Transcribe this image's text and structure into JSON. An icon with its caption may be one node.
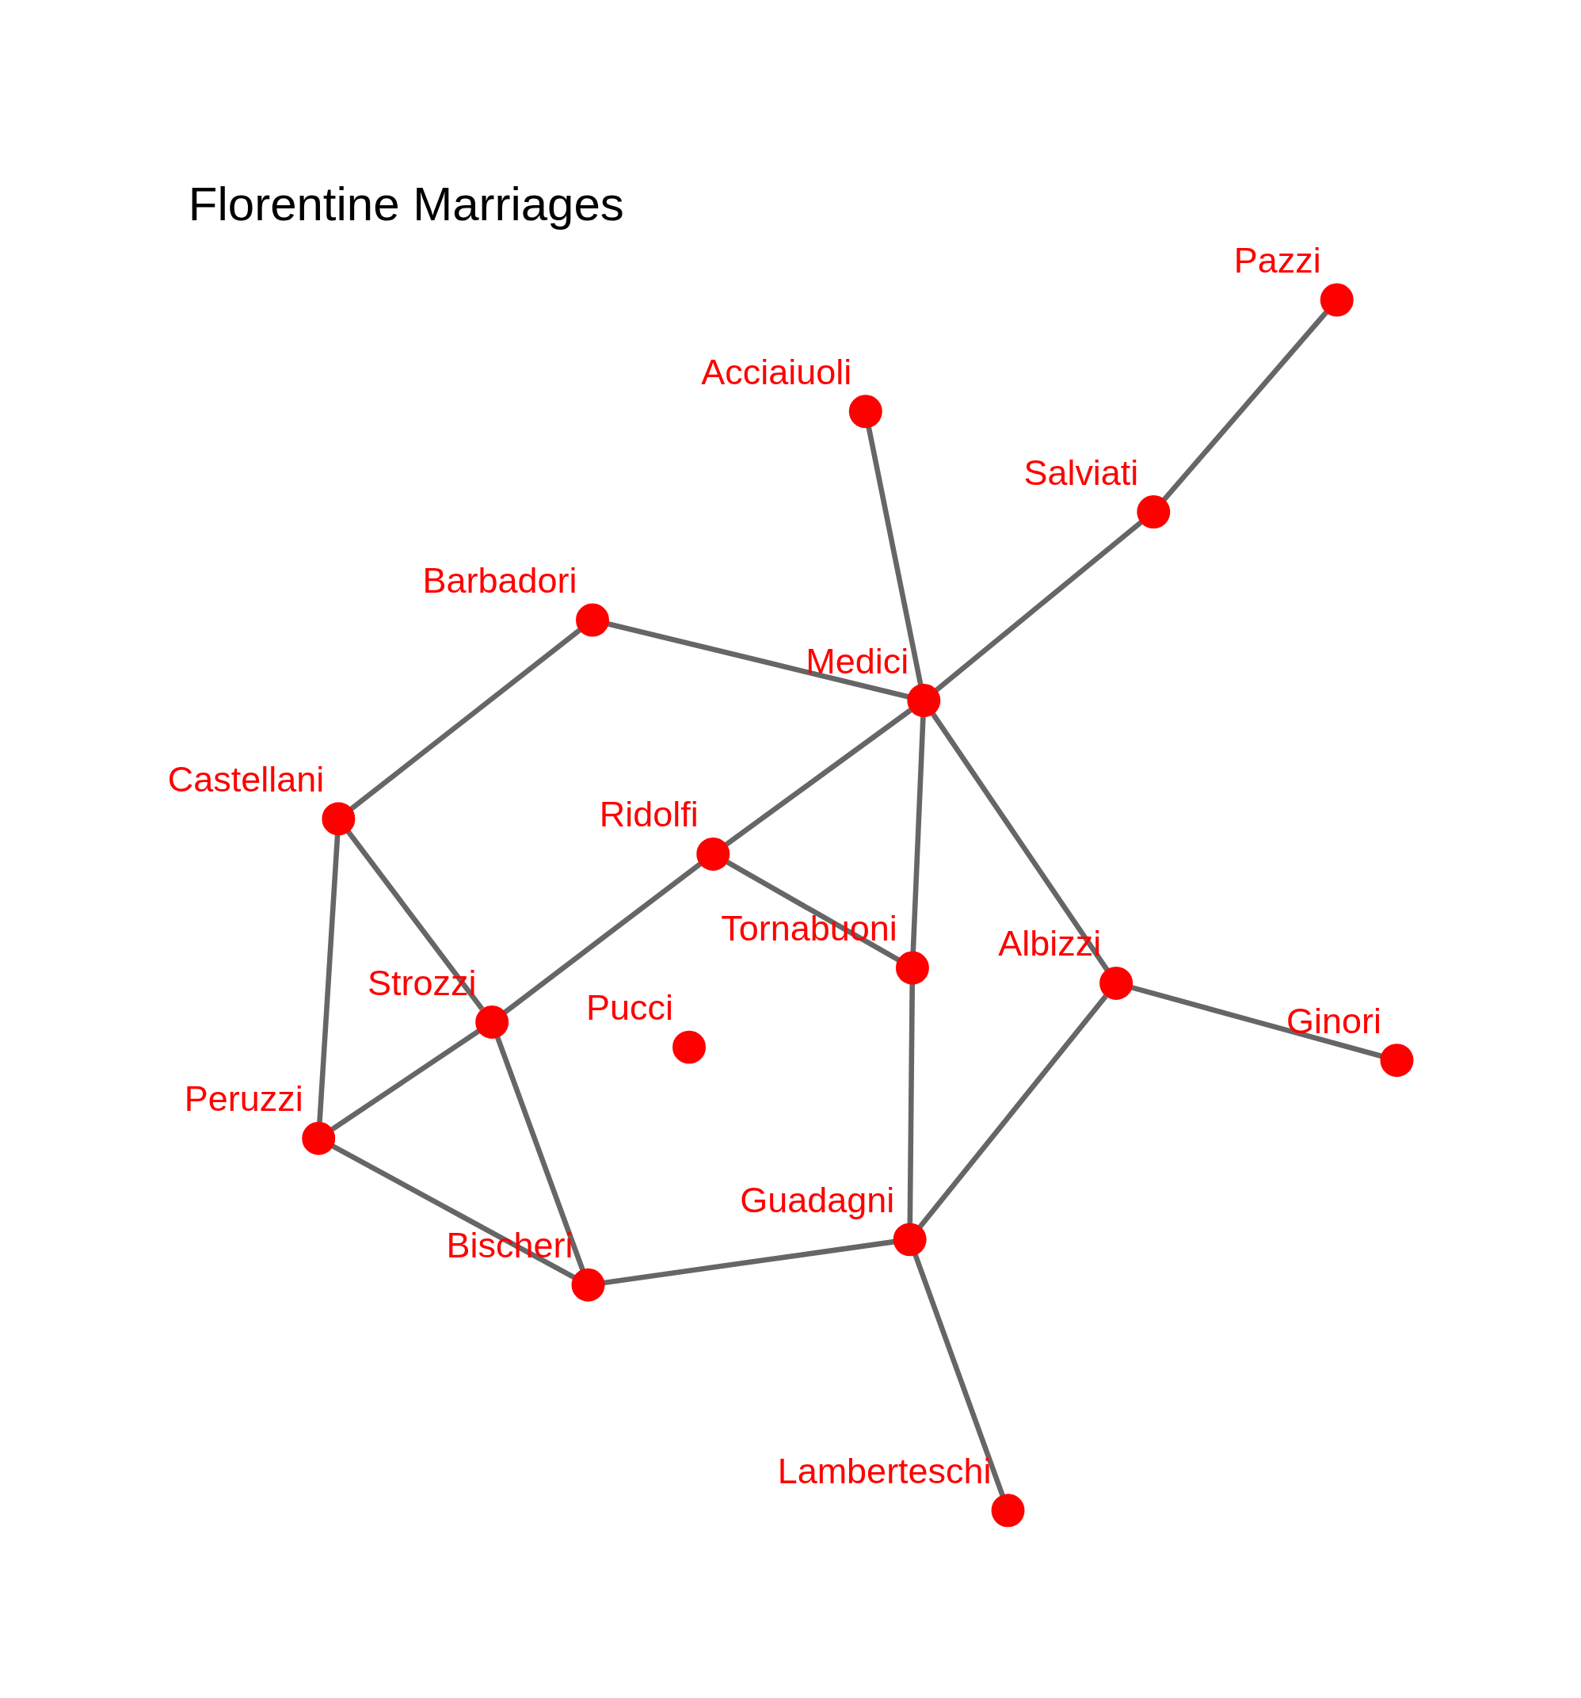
{
  "diagram": {
    "title": "Florentine Marriages",
    "nodes": [
      {
        "text": [],
        "shape": "circle",
        "beside": [
          "Lamberteschi"
        ]
      },
      {
        "text": [],
        "shape": "circle",
        "beside": [
          "Ginori"
        ]
      },
      {
        "text": [],
        "shape": "circle",
        "beside": [
          "Guadagni"
        ]
      },
      {
        "text": [],
        "shape": "circle",
        "beside": [
          "Albizzi"
        ]
      },
      {
        "text": [],
        "shape": "circle",
        "beside": [
          "Bischeri"
        ]
      },
      {
        "text": [],
        "shape": "circle",
        "beside": [
          "Tornabuoni"
        ]
      },
      {
        "text": [],
        "shape": "circle",
        "beside": [
          "Peruzzi"
        ]
      },
      {
        "text": [],
        "shape": "circle",
        "beside": [
          "Strozzi"
        ]
      },
      {
        "text": [],
        "shape": "circle",
        "beside": [
          "Ridolfi"
        ]
      },
      {
        "text": [],
        "shape": "circle",
        "beside": [
          "Medici"
        ]
      },
      {
        "text": [],
        "shape": "circle",
        "beside": [
          "Salviati"
        ]
      },
      {
        "text": [],
        "shape": "circle",
        "beside": [
          "Pazzi"
        ]
      },
      {
        "text": [],
        "shape": "circle",
        "beside": [
          "Castellani"
        ]
      },
      {
        "text": [],
        "shape": "circle",
        "beside": [
          "Barbadori"
        ]
      },
      {
        "text": [],
        "shape": "circle",
        "beside": [
          "Acciaiuoli"
        ]
      },
      {
        "text": [],
        "shape": "circle",
        "beside": [
          "Pucci"
        ]
      }
    ],
    "edges": [
      {
        "from": 0,
        "to": 2,
        "arrow": "none"
      },
      {
        "from": 2,
        "to": 3,
        "arrow": "none"
      },
      {
        "from": 2,
        "to": 4,
        "arrow": "none"
      },
      {
        "from": 2,
        "to": 5,
        "arrow": "none"
      },
      {
        "from": 1,
        "to": 3,
        "arrow": "none"
      },
      {
        "from": 3,
        "to": 9,
        "arrow": "none"
      },
      {
        "from": 4,
        "to": 6,
        "arrow": "none"
      },
      {
        "from": 4,
        "to": 7,
        "arrow": "none"
      },
      {
        "from": 5,
        "to": 8,
        "arrow": "none"
      },
      {
        "from": 5,
        "to": 9,
        "arrow": "none"
      },
      {
        "from": 6,
        "to": 7,
        "arrow": "none"
      },
      {
        "from": 7,
        "to": 8,
        "arrow": "none"
      },
      {
        "from": 6,
        "to": 12,
        "arrow": "none"
      },
      {
        "from": 7,
        "to": 12,
        "arrow": "none"
      },
      {
        "from": 8,
        "to": 9,
        "arrow": "none"
      },
      {
        "from": 9,
        "to": 10,
        "arrow": "none"
      },
      {
        "from": 10,
        "to": 11,
        "arrow": "none"
      },
      {
        "from": 9,
        "to": 13,
        "arrow": "none"
      },
      {
        "from": 9,
        "to": 14,
        "arrow": "none"
      },
      {
        "from": 12,
        "to": 13,
        "arrow": "none"
      }
    ]
  }
}
